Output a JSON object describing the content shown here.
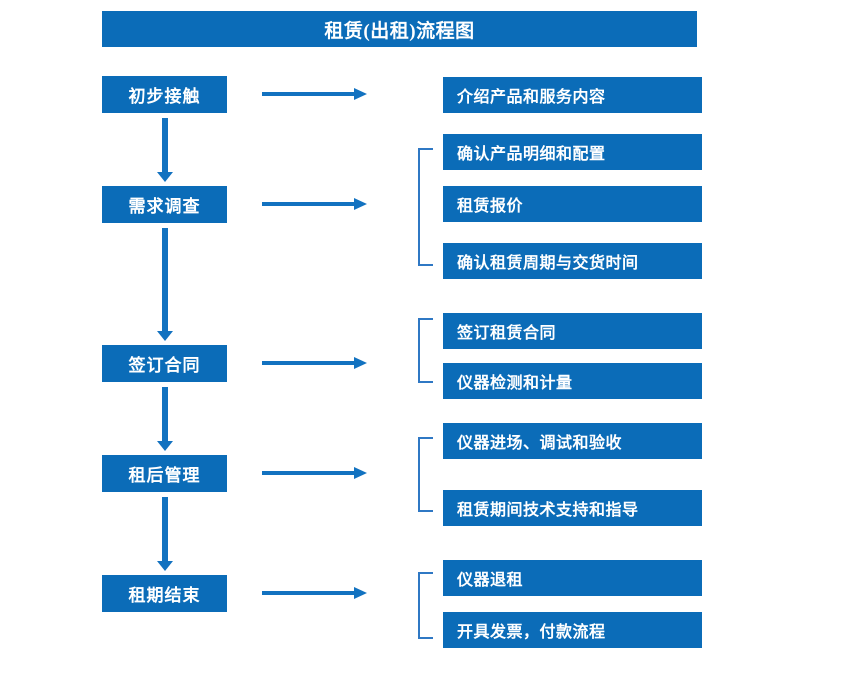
{
  "title": "租赁(出租)流程图",
  "colors": {
    "box_fill": "#0b6cb8",
    "box_text": "#ffffff",
    "arrow": "#1272c0",
    "bracket": "#2f78c4",
    "background": "#ffffff"
  },
  "stages": [
    {
      "label": "初步接触"
    },
    {
      "label": "需求调查"
    },
    {
      "label": "签订合同"
    },
    {
      "label": "租后管理"
    },
    {
      "label": "租期结束"
    }
  ],
  "details": [
    {
      "label": "介绍产品和服务内容"
    },
    {
      "label": "确认产品明细和配置"
    },
    {
      "label": "租赁报价"
    },
    {
      "label": "确认租赁周期与交货时间"
    },
    {
      "label": "签订租赁合同"
    },
    {
      "label": "仪器检测和计量"
    },
    {
      "label": "仪器进场、调试和验收"
    },
    {
      "label": "租赁期间技术支持和指导"
    },
    {
      "label": "仪器退租"
    },
    {
      "label": "开具发票，付款流程"
    }
  ]
}
